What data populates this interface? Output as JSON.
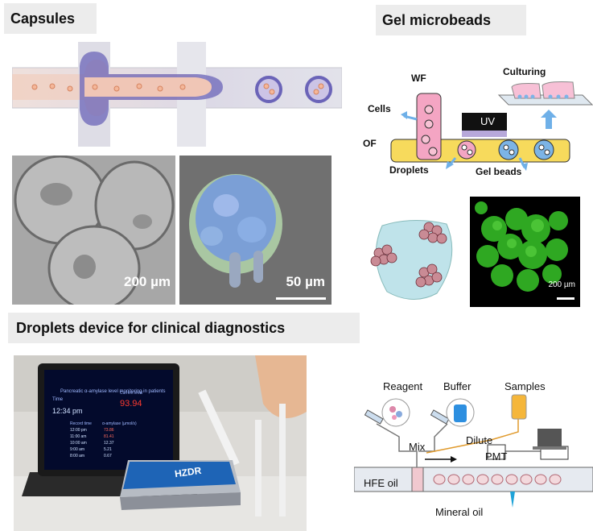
{
  "headers": {
    "capsules": "Capsules",
    "gel": "Gel microbeads",
    "droplets": "Droplets device for clinical diagnostics"
  },
  "capsules": {
    "scalebar_left": "200 µm",
    "scalebar_right": "50 µm"
  },
  "gel": {
    "wf": "WF",
    "cells": "Cells",
    "of": "OF",
    "uv": "UV",
    "droplets": "Droplets",
    "gel_beads": "Gel beads",
    "culturing": "Culturing",
    "scalebar": "200 µm"
  },
  "device_screen": {
    "title": "Pancreatic α-amylase level monitoring in patients",
    "time_label": "Time",
    "current_label": "Current level",
    "time_value": "12:34 pm",
    "current_value": "93.94",
    "col1": "Record time",
    "col2": "α-amylase (µmol/s)",
    "rows": [
      [
        "12:00 pm",
        "73.86"
      ],
      [
        "11:00 am",
        "81.41"
      ],
      [
        "10:00 am",
        "12.37"
      ],
      [
        "9:00 am",
        "5.21"
      ],
      [
        "8:00 am",
        "0.67"
      ]
    ],
    "brand": "HZDR"
  },
  "diag": {
    "reagent": "Reagent",
    "buffer": "Buffer",
    "samples": "Samples",
    "mix": "Mix",
    "dilute": "Dilute",
    "pmt": "PMT",
    "hfe": "HFE oil",
    "mineral": "Mineral oil"
  }
}
